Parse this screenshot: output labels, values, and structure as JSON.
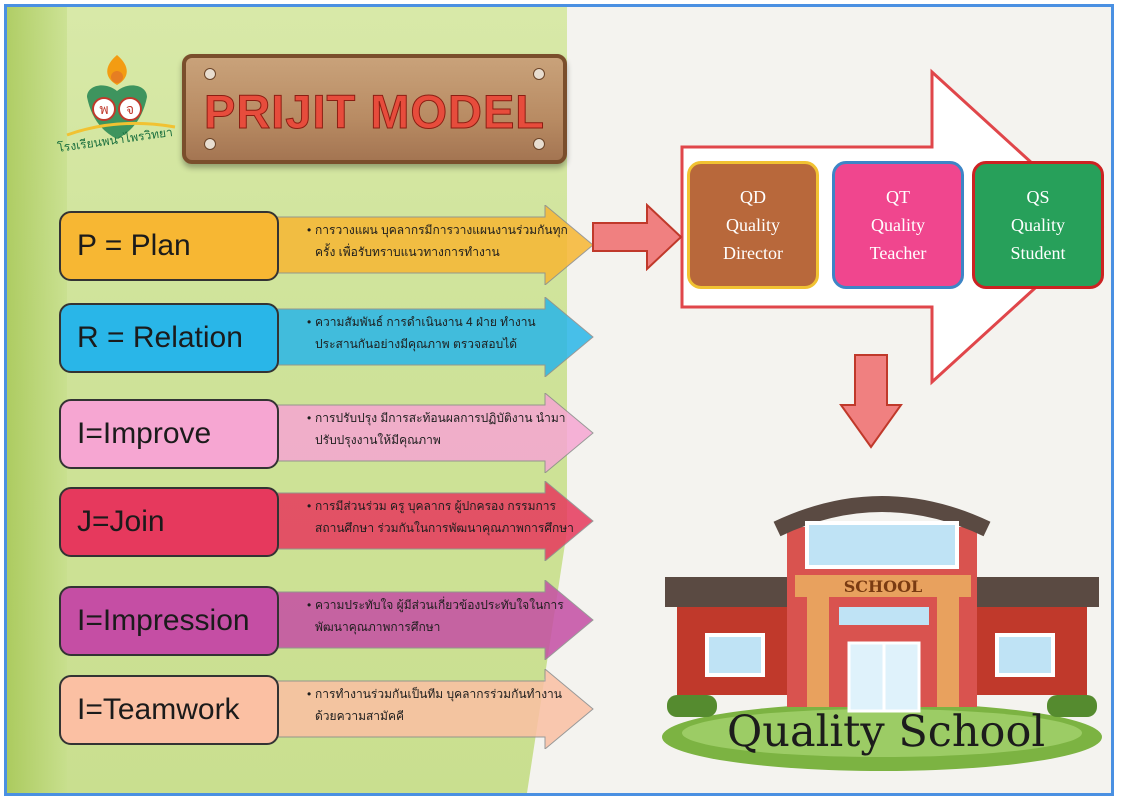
{
  "header": {
    "title": "PRIJIT MODEL",
    "logo_text": "โรงเรียนพนาไพรวิทยา"
  },
  "rows": [
    {
      "label": "P = Plan",
      "description": "การวางแผน บุคลากรมีการวางแผนงานร่วมกันทุกครั้ง เพื่อรับทราบแนวทางการทำงาน",
      "color": "#f7b733"
    },
    {
      "label": "R = Relation",
      "description": "ความสัมพันธ์ การดำเนินงาน 4 ฝ่าย ทำงานประสานกันอย่างมีคุณภาพ ตรวจสอบได้",
      "color": "#29b6e8"
    },
    {
      "label": "I=Improve",
      "description": "การปรับปรุง มีการสะท้อนผลการปฏิบัติงาน นำมาปรับปรุงงานให้มีคุณภาพ",
      "color": "#f6a6d2"
    },
    {
      "label": "J=Join",
      "description": "การมีส่วนร่วม ครู บุคลากร ผู้ปกครอง กรรมการสถานศึกษา ร่วมกันในการพัฒนาคุณภาพการศึกษา",
      "color": "#e6395d"
    },
    {
      "label": "I=Impression",
      "description": "ความประทับใจ ผู้มีส่วนเกี่ยวข้องประทับใจในการพัฒนาคุณภาพการศึกษา",
      "color": "#c54ea4"
    },
    {
      "label": "I=Teamwork",
      "description": "การทำงานร่วมกันเป็นทีม บุคลากรร่วมกันทำงานด้วยความสามัคคี",
      "color": "#fbc0a3"
    }
  ],
  "quality": [
    {
      "abbr": "QD",
      "line1": "Quality",
      "line2": "Director",
      "color": "#b8683b",
      "border": "#f1c232"
    },
    {
      "abbr": "QT",
      "line1": "Quality",
      "line2": "Teacher",
      "color": "#f0468e",
      "border": "#3d85c6"
    },
    {
      "abbr": "QS",
      "line1": "Quality",
      "line2": "Student",
      "color": "#27a05a",
      "border": "#cc2222"
    }
  ],
  "school": {
    "sign_text": "SCHOOL",
    "caption": "Quality School"
  }
}
